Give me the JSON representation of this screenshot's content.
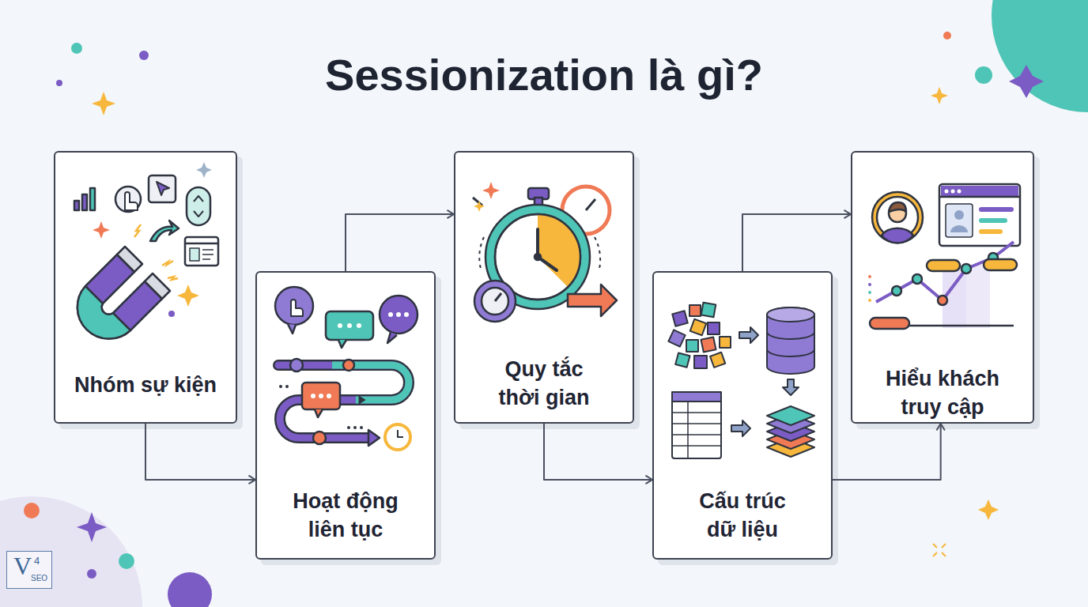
{
  "diagram": {
    "title": "Sessionization là gì?",
    "nodes": [
      {
        "text": [
          "Nhóm sự kiện"
        ]
      },
      {
        "text": [
          "Hoạt động liên tục"
        ]
      },
      {
        "text": [
          "Quy tắc thời gian"
        ]
      },
      {
        "text": [
          "Cấu trúc dữ liệu"
        ]
      },
      {
        "text": [
          "Hiểu khách truy cập"
        ]
      }
    ],
    "edges": [
      {
        "from": 0,
        "to": 1,
        "arrow": "to"
      },
      {
        "from": 1,
        "to": 2,
        "arrow": "to"
      },
      {
        "from": 2,
        "to": 3,
        "arrow": "to"
      },
      {
        "from": 3,
        "to": 4,
        "arrow": "to"
      },
      {
        "from": 3,
        "to": 4,
        "arrow": "to"
      }
    ],
    "labels": [
      "V",
      "4",
      "SEO"
    ]
  }
}
